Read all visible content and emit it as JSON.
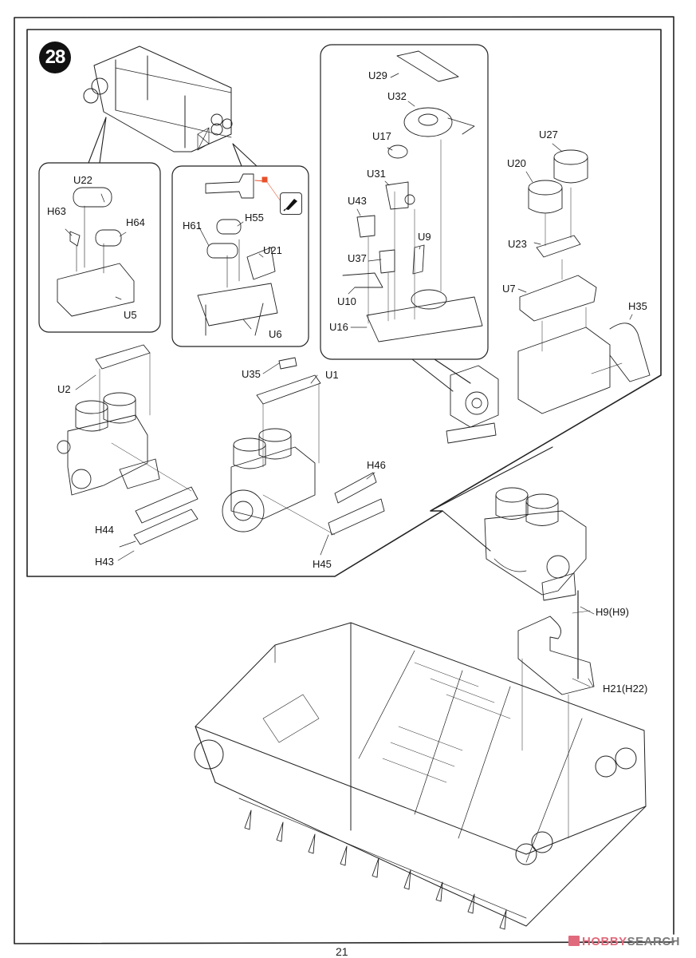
{
  "page": {
    "page_number": "21",
    "step_number": "28",
    "watermark": {
      "brand_part1": "HOBBY",
      "brand_part2": "SEARCH",
      "logo_color": "#e06a7c",
      "text_color": "#7a7a7a"
    },
    "accent_color": "#e8502a"
  },
  "callouts": {
    "left_box": {
      "parts": [
        "U22",
        "H63",
        "H64",
        "U5"
      ]
    },
    "middle_box": {
      "parts": [
        "H61",
        "H55",
        "U21",
        "U6"
      ],
      "tool_icon": "hobby-knife-icon",
      "tool_note": "remove marked part"
    },
    "right_box": {
      "parts": [
        "U29",
        "U32",
        "U17",
        "U31",
        "U43",
        "U9",
        "U37",
        "U10",
        "U16"
      ]
    }
  },
  "labels": {
    "U22": "U22",
    "H63": "H63",
    "H64": "H64",
    "U5": "U5",
    "H61": "H61",
    "H55": "H55",
    "U21": "U21",
    "U6": "U6",
    "U29": "U29",
    "U32": "U32",
    "U17": "U17",
    "U31": "U31",
    "U43": "U43",
    "U9": "U9",
    "U37": "U37",
    "U10": "U10",
    "U16": "U16",
    "U27": "U27",
    "U20": "U20",
    "U23": "U23",
    "U7": "U7",
    "H35": "H35",
    "U2": "U2",
    "U35": "U35",
    "U1": "U1",
    "H46": "H46",
    "H44": "H44",
    "H43": "H43",
    "H45": "H45",
    "H9": "H9(H9)",
    "H21": "H21(H22)"
  }
}
